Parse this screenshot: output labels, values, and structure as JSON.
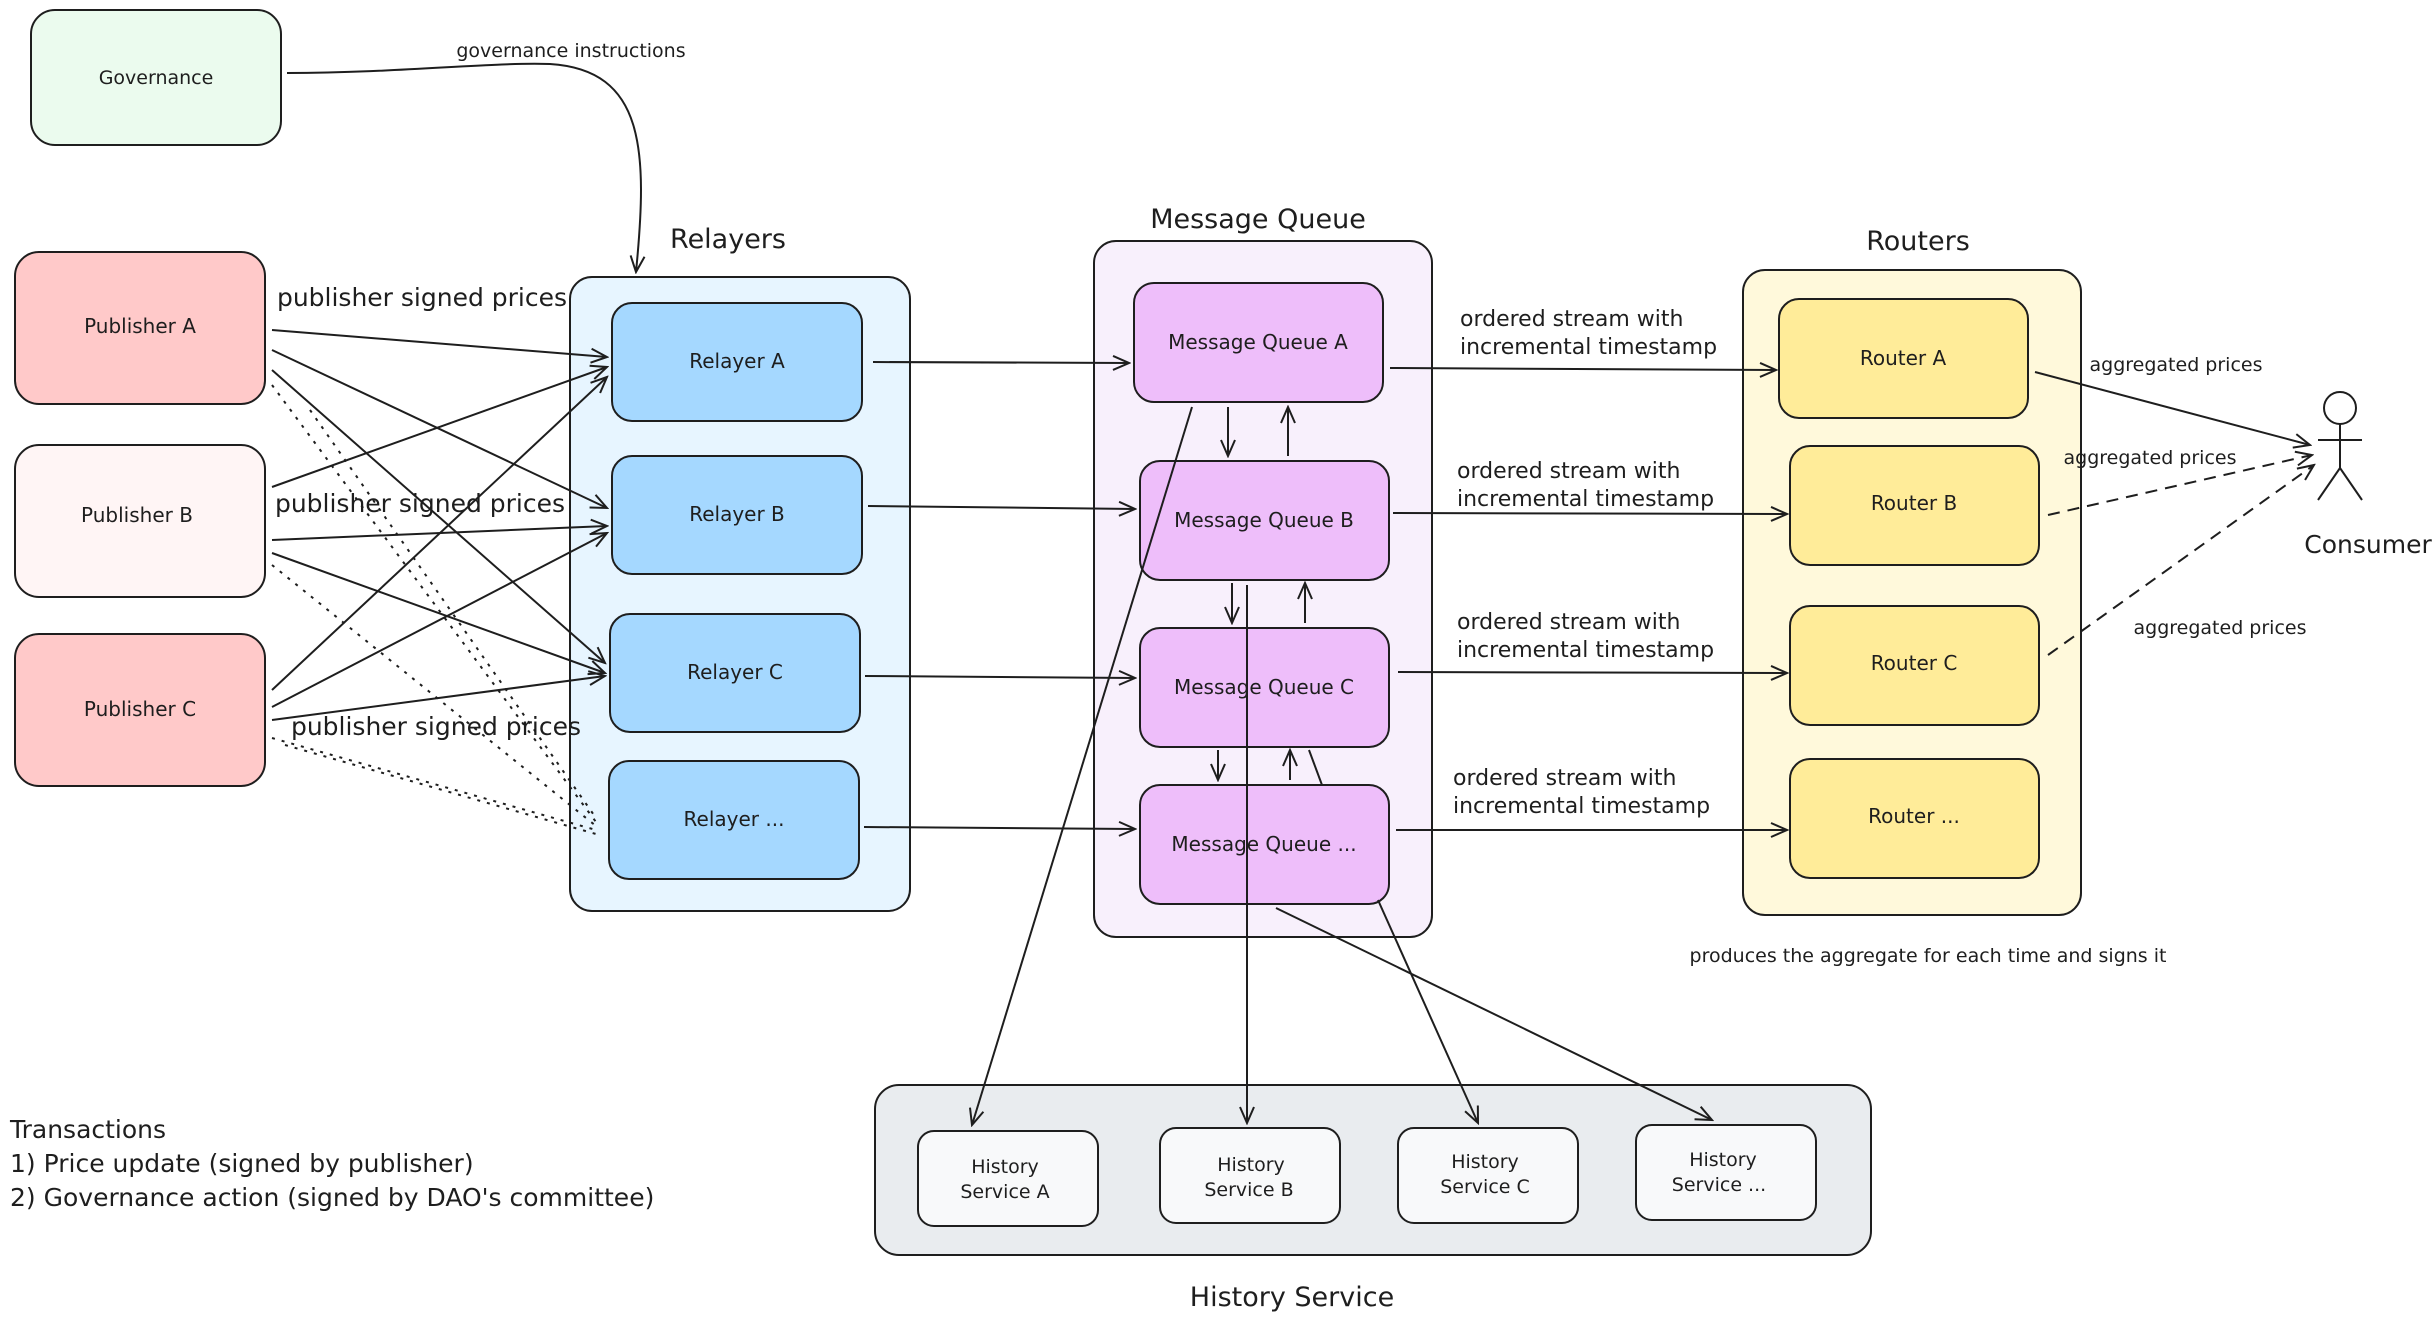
{
  "governance": {
    "label": "Governance",
    "edge_label": "governance instructions"
  },
  "publishers": {
    "a": "Publisher A",
    "b": "Publisher B",
    "c": "Publisher C",
    "edge_label": "publisher signed prices"
  },
  "relayers": {
    "title": "Relayers",
    "a": "Relayer A",
    "b": "Relayer B",
    "c": "Relayer C",
    "more": "Relayer ..."
  },
  "message_queue": {
    "title": "Message Queue",
    "a": "Message Queue A",
    "b": "Message Queue B",
    "c": "Message Queue C",
    "more": "Message Queue ..."
  },
  "stream_label": {
    "line1": "ordered stream with",
    "line2": "incremental timestamp"
  },
  "routers": {
    "title": "Routers",
    "a": "Router A",
    "b": "Router B",
    "c": "Router C",
    "more": "Router ...",
    "note": "produces the aggregate for each time and signs it"
  },
  "consumer": {
    "label": "Consumer",
    "edge_label": "aggregated prices"
  },
  "history": {
    "title": "History Service",
    "a": [
      "History",
      "Service A"
    ],
    "b": [
      "History",
      "Service B"
    ],
    "c": [
      "History",
      "Service C"
    ],
    "more": [
      "History",
      "Service ..."
    ]
  },
  "transactions": {
    "heading": "Transactions",
    "item1": "1) Price update (signed by publisher)",
    "item2": "2) Governance action (signed by DAO's committee)"
  },
  "colors": {
    "stroke": "#1e1e1e",
    "governance_fill": "#ebfbee",
    "publisher_a_fill": "#ffc9c9",
    "publisher_b_fill": "#fff5f5",
    "publisher_c_fill": "#ffc9c9",
    "relayers_group_fill": "#e7f5ff",
    "relayer_fill": "#a5d8ff",
    "mq_group_fill": "#f8f0fc",
    "mq_fill": "#eebefa",
    "routers_group_fill": "#fff9db",
    "router_fill": "#ffec99",
    "history_group_fill": "#e9ecef",
    "history_fill": "#f8f9fa"
  }
}
